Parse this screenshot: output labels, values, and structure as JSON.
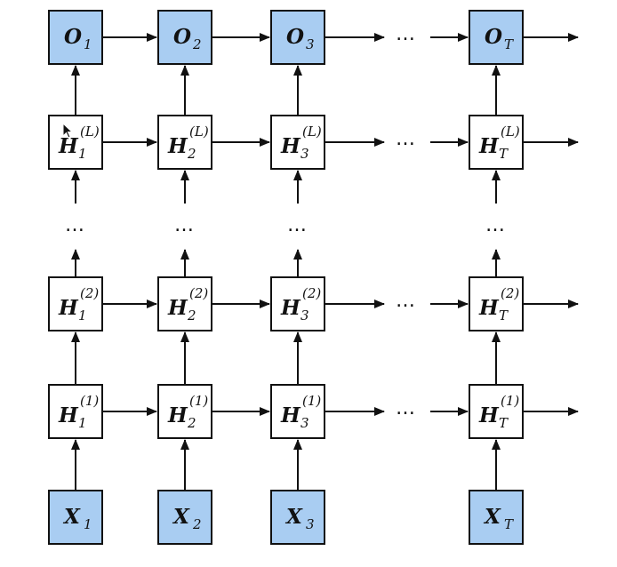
{
  "diagram": {
    "columns": [
      "1",
      "2",
      "3",
      "T"
    ],
    "rows": [
      {
        "id": "output",
        "base": "O",
        "sup": "",
        "subs": [
          "1",
          "2",
          "3",
          "T"
        ],
        "fill": "#a9cdf2"
      },
      {
        "id": "hidden-L",
        "base": "H",
        "sup": "(L)",
        "subs": [
          "1",
          "2",
          "3",
          "T"
        ],
        "fill": "#ffffff"
      },
      {
        "id": "hidden-2",
        "base": "H",
        "sup": "(2)",
        "subs": [
          "1",
          "2",
          "3",
          "T"
        ],
        "fill": "#ffffff"
      },
      {
        "id": "hidden-1",
        "base": "H",
        "sup": "(1)",
        "subs": [
          "1",
          "2",
          "3",
          "T"
        ],
        "fill": "#ffffff"
      },
      {
        "id": "input",
        "base": "X",
        "sup": "",
        "subs": [
          "1",
          "2",
          "3",
          "T"
        ],
        "fill": "#a9cdf2"
      }
    ],
    "ellipsis": "…",
    "vertical_ellipsis": "…"
  }
}
